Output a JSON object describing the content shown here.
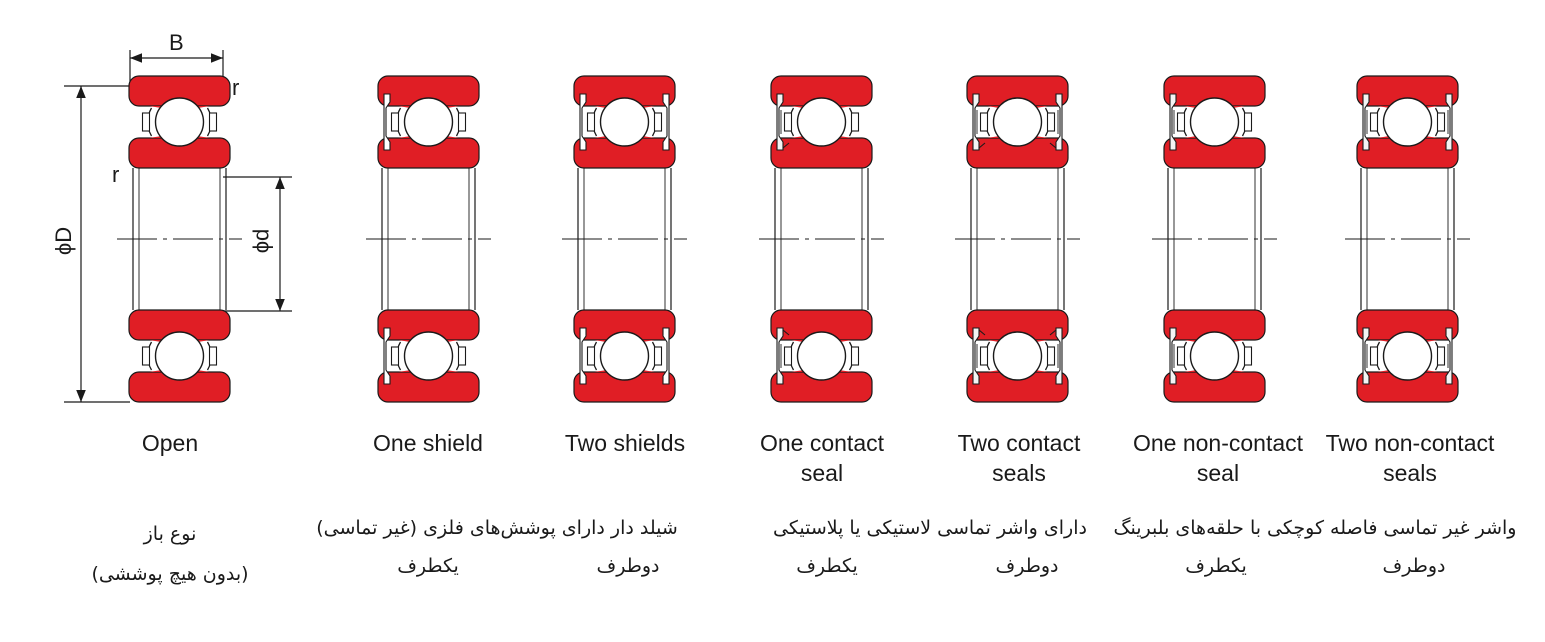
{
  "colors": {
    "ring": "#e01e25",
    "outline": "#1a1a1a",
    "background": "#ffffff"
  },
  "dimensions": {
    "B": "B",
    "r_top": "r",
    "r_left": "r",
    "D": "ϕD",
    "d": "ϕd"
  },
  "bearings": [
    {
      "name": "Open",
      "label": [
        "Open"
      ]
    },
    {
      "name": "One shield",
      "label": [
        "One shield"
      ]
    },
    {
      "name": "Two shields",
      "label": [
        "Two shields"
      ]
    },
    {
      "name": "One contact seal",
      "label": [
        "One contact",
        "seal"
      ]
    },
    {
      "name": "Two contact seals",
      "label": [
        "Two contact",
        "seals"
      ]
    },
    {
      "name": "One non-contact seal",
      "label": [
        "One non-contact",
        "seal"
      ]
    },
    {
      "name": "Two non-contact seals",
      "label": [
        "Two non-contact",
        "seals"
      ]
    }
  ],
  "persian": {
    "open": [
      "نوع باز",
      "(بدون هیچ پوششی)"
    ],
    "shield_title": "شیلد دار دارای پوشش‌های فلزی (غیر تماسی)",
    "contact_title": "دارای واشر تماسی لاستیکی یا پلاستیکی",
    "noncontact_title": "واشر غیر تماسی فاصله کوچکی با حلقه‌های بلبرینگ",
    "one_side": "یکطرف",
    "two_side": "دوطرف"
  }
}
